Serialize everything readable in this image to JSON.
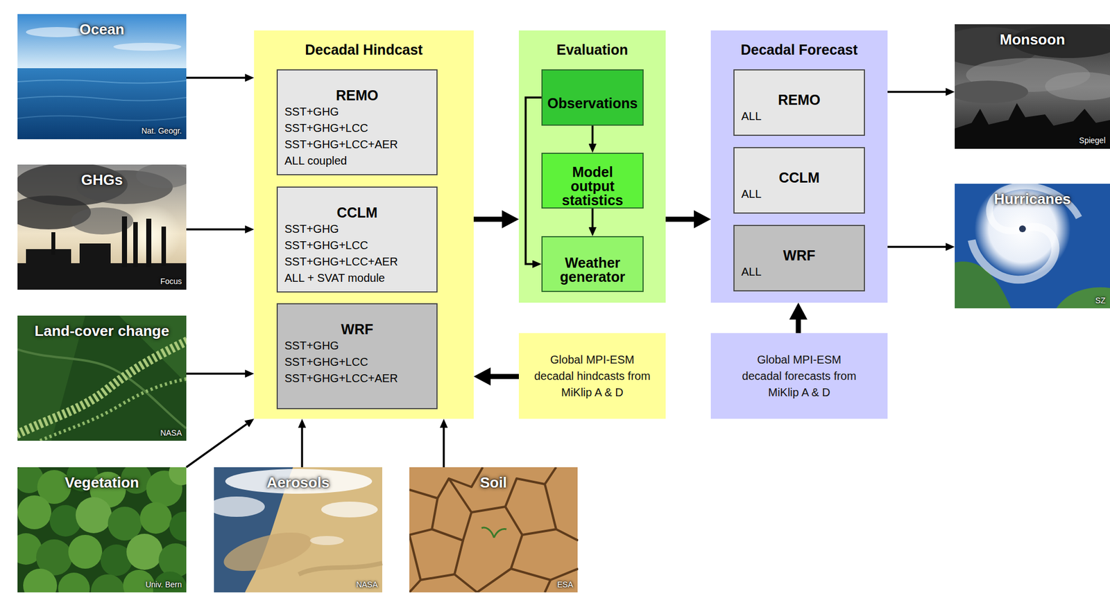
{
  "diagram": {
    "nodes": [
      {
        "text": [
          "Ocean",
          "Nat. Geogr."
        ]
      },
      {
        "text": [
          "GHGs",
          "Focus"
        ]
      },
      {
        "text": [
          "Land-cover change",
          "NASA"
        ]
      },
      {
        "text": [
          "Vegetation",
          "Univ. Bern"
        ]
      },
      {
        "text": [
          "Decadal Hindcast"
        ]
      },
      {
        "text": [
          "REMO",
          "SST+GHG",
          "SST+GHG+LCC",
          "SST+GHG+LCC+AER",
          "ALL coupled"
        ],
        "in": 4
      },
      {
        "text": [
          "CCLM",
          "SST+GHG",
          "SST+GHG+LCC",
          "SST+GHG+LCC+AER",
          "ALL + SVAT module"
        ],
        "in": 4
      },
      {
        "text": [
          "WRF",
          "SST+GHG",
          "SST+GHG+LCC",
          "SST+GHG+LCC+AER"
        ],
        "in": 4
      },
      {
        "text": [
          "Aerosols",
          "NASA"
        ]
      },
      {
        "text": [
          "Soil",
          "ESA"
        ]
      },
      {
        "text": [
          "Evaluation"
        ]
      },
      {
        "text": [
          "Observations"
        ],
        "in": 10
      },
      {
        "text": [
          "Model output statistics"
        ],
        "in": 10
      },
      {
        "text": [
          "Weather generator"
        ],
        "in": 10
      },
      {
        "text": [
          "Global MPI-ESM decadal hindcasts from MiKlip A & D"
        ]
      },
      {
        "text": [
          "Decadal Forecast"
        ]
      },
      {
        "text": [
          "REMO",
          "ALL"
        ],
        "in": 15
      },
      {
        "text": [
          "CCLM",
          "ALL"
        ],
        "in": 15
      },
      {
        "text": [
          "WRF",
          "ALL"
        ],
        "in": 15
      },
      {
        "text": [
          "Global MPI-ESM decadal forecasts from MiKlip A & D"
        ]
      },
      {
        "text": [
          "Monsoon",
          "Spiegel"
        ]
      },
      {
        "text": [
          "Hurricanes",
          "SZ"
        ]
      }
    ],
    "edges": [
      {
        "from": 0,
        "to": 4,
        "arrow": "to"
      },
      {
        "from": 1,
        "to": 4,
        "arrow": "to"
      },
      {
        "from": 2,
        "to": 4,
        "arrow": "to"
      },
      {
        "from": 3,
        "to": 4,
        "arrow": "to"
      },
      {
        "from": 8,
        "to": 4,
        "arrow": "to"
      },
      {
        "from": 9,
        "to": 4,
        "arrow": "to"
      },
      {
        "from": 4,
        "to": 10,
        "arrow": "to"
      },
      {
        "from": 14,
        "to": 4,
        "arrow": "to"
      },
      {
        "from": 11,
        "to": 12,
        "arrow": "to"
      },
      {
        "from": 12,
        "to": 13,
        "arrow": "to"
      },
      {
        "from": 11,
        "to": 13,
        "arrow": "to"
      },
      {
        "from": 10,
        "to": 15,
        "arrow": "to"
      },
      {
        "from": 19,
        "to": 15,
        "arrow": "to"
      },
      {
        "from": 15,
        "to": 20,
        "arrow": "to"
      },
      {
        "from": 15,
        "to": 21,
        "arrow": "to"
      }
    ]
  }
}
